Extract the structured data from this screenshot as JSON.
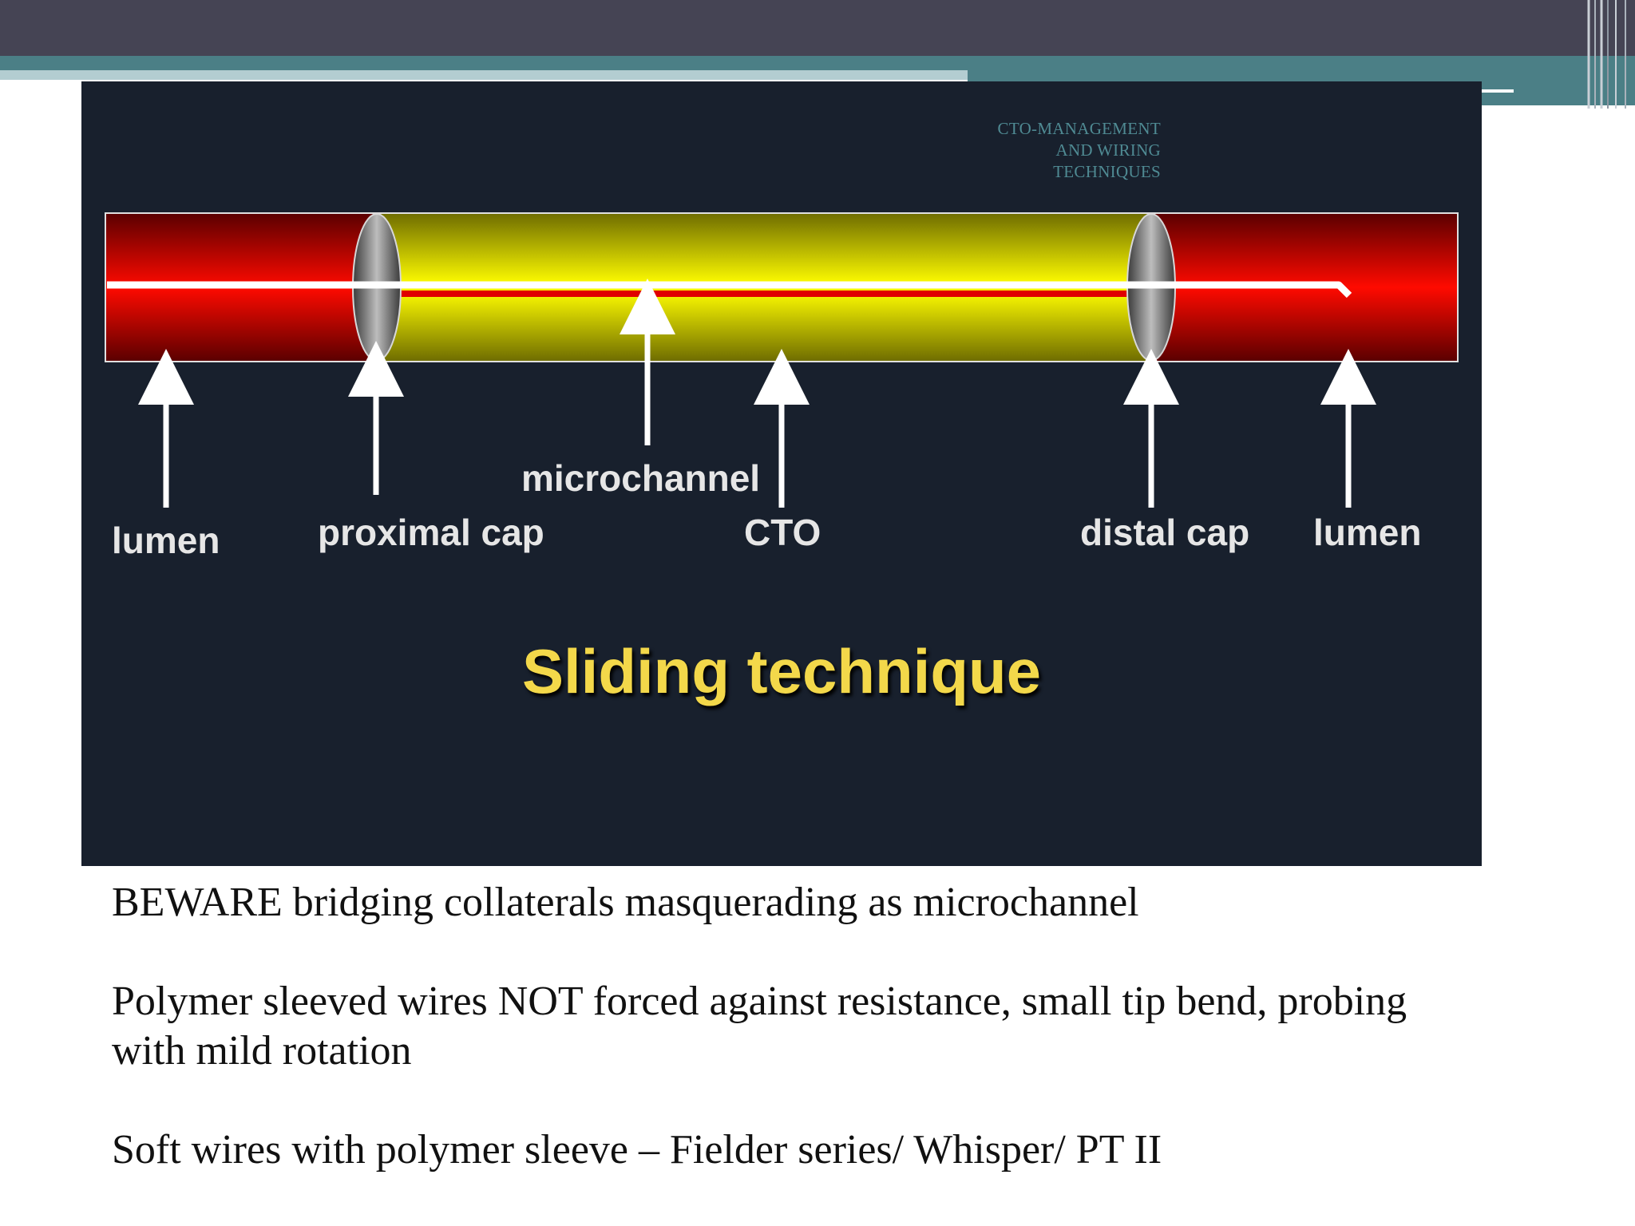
{
  "slide": {
    "figure": {
      "title": "CTO-MANAGEMENT\nAND WIRING\nTECHNIQUES",
      "labels": {
        "lumen_left": "lumen",
        "proximal_cap": "proximal cap",
        "microchannel": "microchannel",
        "cto": "CTO",
        "distal_cap": "distal cap",
        "lumen_right": "lumen"
      },
      "caption": "Sliding technique",
      "colors": {
        "vessel_red": "#ff0000",
        "occlusion_yellow": "#f2f000",
        "background": "#18202d",
        "caption": "#f3d84a"
      }
    },
    "bullets": [
      "BEWARE bridging collaterals masquerading as microchannel",
      "Polymer sleeved wires NOT forced against resistance, small tip bend, probing with mild rotation",
      "Soft wires with polymer sleeve – Fielder series/ Whisper/ PT II"
    ]
  }
}
